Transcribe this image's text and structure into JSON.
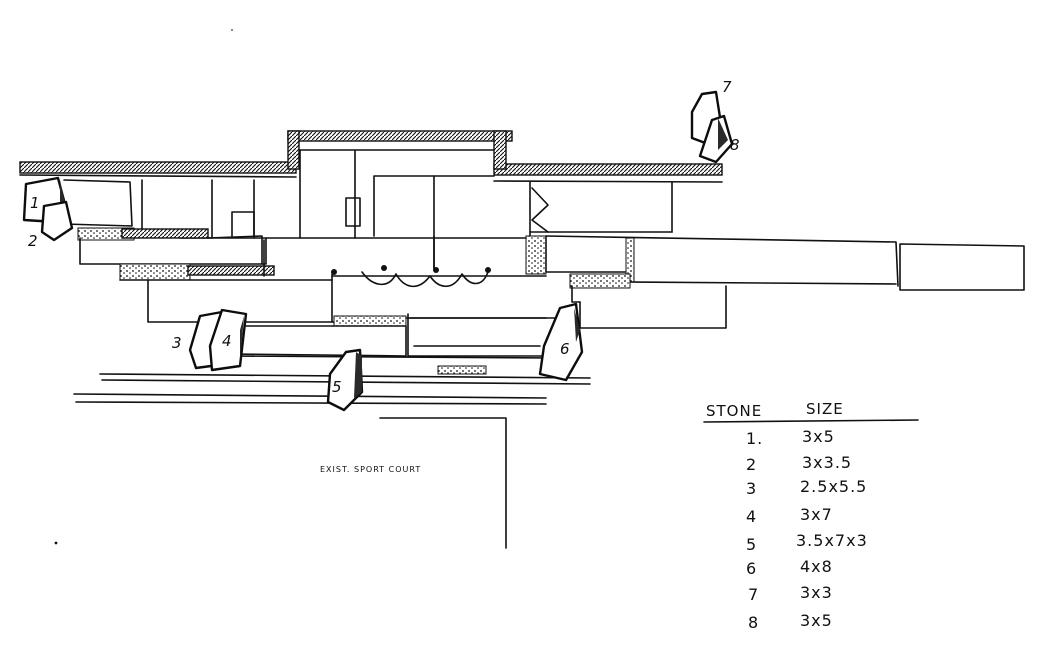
{
  "site_label": "EXIST. SPORT COURT",
  "stones": [
    {
      "number": "1"
    },
    {
      "number": "2"
    },
    {
      "number": "3"
    },
    {
      "number": "4"
    },
    {
      "number": "5"
    },
    {
      "number": "6"
    },
    {
      "number": "7"
    },
    {
      "number": "8"
    }
  ],
  "table": {
    "header_stone": "STONE",
    "header_size": "SIZE",
    "rows": [
      {
        "stone": "1.",
        "size": "3x5"
      },
      {
        "stone": "2",
        "size": "3x3.5"
      },
      {
        "stone": "3",
        "size": "2.5x5.5"
      },
      {
        "stone": "4",
        "size": "3x7"
      },
      {
        "stone": "5",
        "size": "3.5x7x3"
      },
      {
        "stone": "6",
        "size": "4x8"
      },
      {
        "stone": "7",
        "size": "3x3"
      },
      {
        "stone": "8",
        "size": "3x5"
      }
    ]
  }
}
